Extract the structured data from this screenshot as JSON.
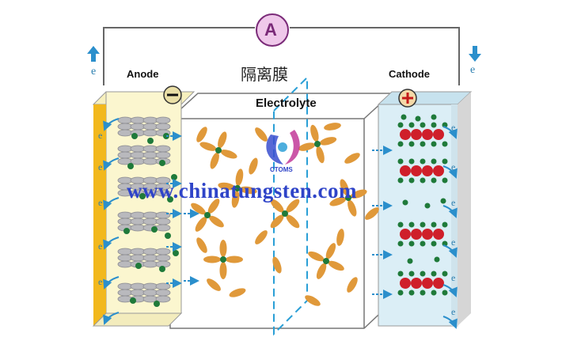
{
  "labels": {
    "ammeter": "A",
    "anode": "Anode",
    "cathode": "Cathode",
    "separator": "隔离膜",
    "electrolyte": "Electrolyte",
    "electron": "e",
    "anode_sign": "−",
    "cathode_sign": "+"
  },
  "watermark": {
    "url": "www.chinatungsten.com",
    "logo": "CTOMS"
  },
  "colors": {
    "wire": "#555555",
    "meter_fill": "#efc8ea",
    "meter_border": "#7a2a78",
    "anode_collector": "#f2b81c",
    "anode_bg": "#fbf6cf",
    "cathode_bg": "#dbeef6",
    "graphite": "#b9b9bd",
    "lithium_ion": "#1f7a3a",
    "oxide_red": "#cf1f2a",
    "solvent": "#e0993a",
    "arrow": "#2b8fcc",
    "separator": "#2a9fd6"
  }
}
